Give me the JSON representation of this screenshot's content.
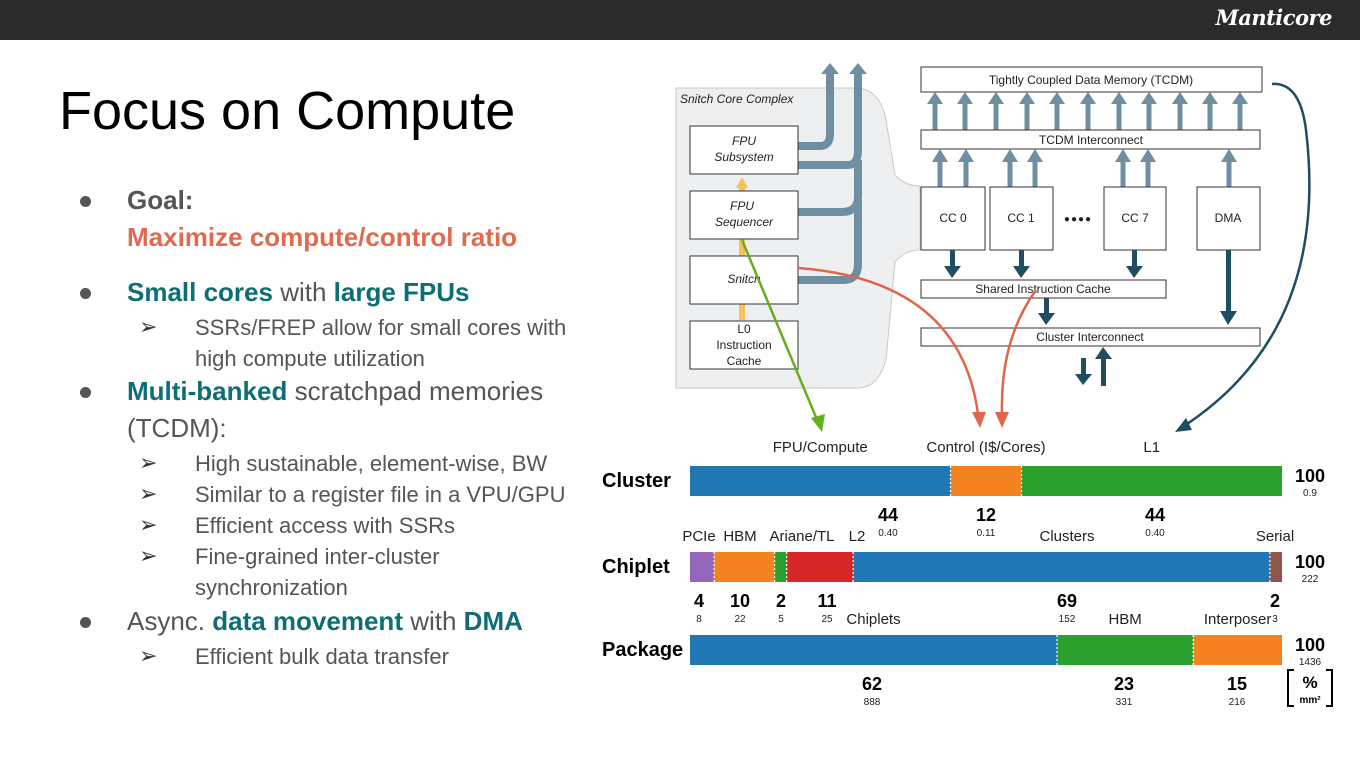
{
  "brand": "Manticore",
  "title": "Focus on Compute",
  "bullets": {
    "goal": "Goal:",
    "goal_sub": "Maximize compute/control ratio",
    "b2_a": "Small cores",
    "b2_b": " with ",
    "b2_c": "large FPUs",
    "b2_s1": "SSRs/FREP allow for small cores with",
    "b2_s2": "high compute utilization",
    "b3_a": "Multi-banked",
    "b3_b": " scratchpad memories",
    "b3_c": "(TCDM):",
    "b3_s1": "High sustainable, element-wise, BW",
    "b3_s2": "Similar to a register file in a VPU/GPU",
    "b3_s3": "Efficient access with SSRs",
    "b3_s4": "Fine-grained inter-cluster",
    "b3_s5": "synchronization",
    "b4_a": "Async. ",
    "b4_b": "data movement",
    "b4_c": " with ",
    "b4_d": "DMA",
    "b4_s1": "Efficient bulk data transfer"
  },
  "diagram": {
    "snitch_complex": "Snitch Core Complex",
    "fpu_sub_1": "FPU",
    "fpu_sub_2": "Subsystem",
    "fpu_seq_1": "FPU",
    "fpu_seq_2": "Sequencer",
    "snitch": "Snitch",
    "l0_1": "L0",
    "l0_2": "Instruction",
    "l0_3": "Cache",
    "tcdm": "Tightly Coupled Data Memory (TCDM)",
    "tcdm_ic": "TCDM Interconnect",
    "cc0": "CC 0",
    "cc1": "CC 1",
    "dots": "●●●●",
    "cc7": "CC 7",
    "dma": "DMA",
    "sic": "Shared Instruction Cache",
    "cluster_ic": "Cluster Interconnect"
  },
  "chart_data": {
    "type": "bar",
    "unit_top": "%",
    "unit_bottom": "mm²",
    "colors": {
      "blue": "#1f77b4",
      "orange": "#f58220",
      "green": "#2ca02c",
      "red": "#d62728",
      "purple": "#9467bd",
      "brown": "#8c564b"
    },
    "rows": [
      {
        "name": "Cluster",
        "total_pct": "100",
        "total_area": "0.9",
        "segments": [
          {
            "label": "FPU/Compute",
            "pct": 44,
            "pct_text": "44",
            "area": "0.40",
            "color": "#1f77b4"
          },
          {
            "label": "Control (I$/Cores)",
            "pct": 12,
            "pct_text": "12",
            "area": "0.11",
            "color": "#f58220"
          },
          {
            "label": "L1",
            "pct": 44,
            "pct_text": "44",
            "area": "0.40",
            "color": "#2ca02c"
          }
        ]
      },
      {
        "name": "Chiplet",
        "total_pct": "100",
        "total_area": "222",
        "segments": [
          {
            "label": "PCIe",
            "pct": 4,
            "pct_text": "4",
            "area": "8",
            "color": "#9467bd"
          },
          {
            "label": "HBM",
            "pct": 10,
            "pct_text": "10",
            "area": "22",
            "color": "#f58220"
          },
          {
            "label": "Ariane/TL",
            "pct": 2,
            "pct_text": "2",
            "area": "5",
            "color": "#2ca02c"
          },
          {
            "label": "L2",
            "pct": 11,
            "pct_text": "11",
            "area": "25",
            "color": "#d62728"
          },
          {
            "label": "Clusters",
            "pct": 69,
            "pct_text": "69",
            "area": "152",
            "color": "#1f77b4"
          },
          {
            "label": "Serial",
            "pct": 2,
            "pct_text": "2",
            "area": "3",
            "color": "#8c564b"
          }
        ]
      },
      {
        "name": "Package",
        "total_pct": "100",
        "total_area": "1436",
        "segments": [
          {
            "label": "Chiplets",
            "pct": 62,
            "pct_text": "62",
            "area": "888",
            "color": "#1f77b4"
          },
          {
            "label": "HBM",
            "pct": 23,
            "pct_text": "23",
            "area": "331",
            "color": "#2ca02c"
          },
          {
            "label": "Interposer",
            "pct": 15,
            "pct_text": "15",
            "area": "216",
            "color": "#f58220"
          }
        ]
      }
    ]
  }
}
